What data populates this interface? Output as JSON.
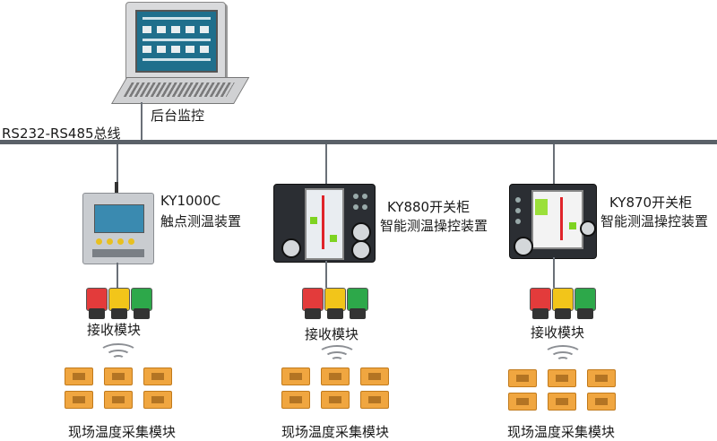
{
  "labels": {
    "backend": "后台监控",
    "bus": "RS232-RS485总线",
    "dev1_line1": "KY1000C",
    "dev1_line2": "触点测温装置",
    "dev2_line1": "KY880开关柜",
    "dev2_line2": "智能测温操控装置",
    "dev3_line1": "KY870开关柜",
    "dev3_line2": "智能测温操控装置",
    "receiver": "接收模块",
    "sensors": "现场温度采集模块"
  },
  "icons": [
    "computer-icon",
    "device-icon",
    "receiver-module-icon",
    "temperature-sensor-icon",
    "wireless-signal-icon"
  ],
  "colors": {
    "bus": "#5a6168",
    "sensor": "#f0a640",
    "receiver_red": "#e33b3b",
    "receiver_yellow": "#f2c51a",
    "receiver_green": "#2da84a"
  }
}
